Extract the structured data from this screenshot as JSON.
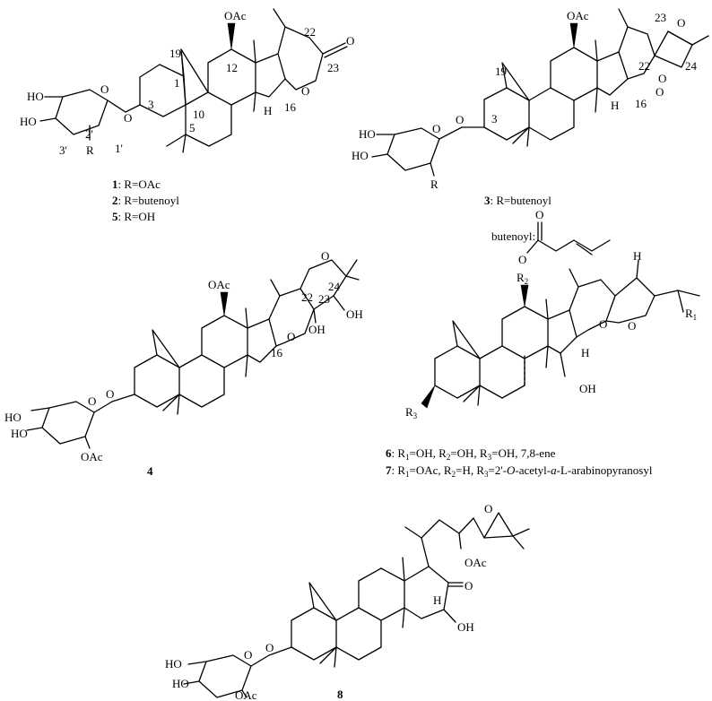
{
  "compound_1": {
    "atoms": {
      "oac": "OAc",
      "c22": "22",
      "c23": "23",
      "o_ring": "O",
      "o_keto": "O",
      "c19": "19",
      "c12": "12",
      "c1": "1",
      "c10": "10",
      "c3": "3",
      "c5": "5",
      "c16": "16",
      "h": "H",
      "ho1": "HO",
      "ho2": "HO",
      "o_sugar": "O",
      "o_link": "O",
      "c3p": "3'",
      "c2p": "2'",
      "c1p": "1'",
      "r": "R"
    },
    "captions": [
      {
        "num": "1",
        "text": ": R=OAc"
      },
      {
        "num": "2",
        "text": ": R=butenoyl"
      },
      {
        "num": "5",
        "text": ": R=OH"
      }
    ]
  },
  "compound_3": {
    "atoms": {
      "oac": "OAc",
      "c23": "23",
      "o1": "O",
      "c22": "22",
      "c24": "24",
      "o2": "O",
      "c19": "19",
      "c16": "16",
      "h": "H",
      "o3": "O",
      "c3": "3",
      "ho1": "HO",
      "ho2": "HO",
      "o_sugar": "O",
      "o_link": "O",
      "r": "R"
    },
    "caption": {
      "num": "3",
      "text": ": R=butenoyl"
    }
  },
  "butenoyl": {
    "label": "butenoyl:",
    "o1": "O",
    "o2": "O"
  },
  "compound_4": {
    "atoms": {
      "oac": "OAc",
      "o_top": "O",
      "c22": "22",
      "c23": "23",
      "c24": "24",
      "oh1": "OH",
      "oh2": "OH",
      "o_ring": "O",
      "c16": "16",
      "ho1": "HO",
      "ho2": "HO",
      "o_sugar": "O",
      "o_link": "O",
      "oac2": "OAc"
    },
    "number": "4"
  },
  "compound_67": {
    "atoms": {
      "r2": "R",
      "r2_sub": "2",
      "h_top": "H",
      "o1": "O",
      "o2": "O",
      "r1": "R",
      "r1_sub": "1",
      "h_mid": "H",
      "oh": "OH",
      "r3": "R",
      "r3_sub": "3"
    },
    "captions": [
      {
        "num": "6",
        "parts": [
          ": R",
          "1",
          "=OH, R",
          "2",
          "=OH, R",
          "3",
          "=OH, 7,8-ene"
        ]
      },
      {
        "num": "7",
        "parts": [
          ": R",
          "1",
          "=OAc, R",
          "2",
          "=H, R",
          "3",
          "=2'-",
          "O",
          "-acetyl-",
          "a",
          "-L-arabinopyranosyl"
        ]
      }
    ]
  },
  "compound_8": {
    "atoms": {
      "o_epox": "O",
      "oac": "OAc",
      "o_keto": "O",
      "h": "H",
      "oh": "OH",
      "ho1": "HO",
      "ho2": "HO",
      "o_sugar": "O",
      "o_link": "O",
      "oac2": "OAc"
    },
    "number": "8"
  }
}
